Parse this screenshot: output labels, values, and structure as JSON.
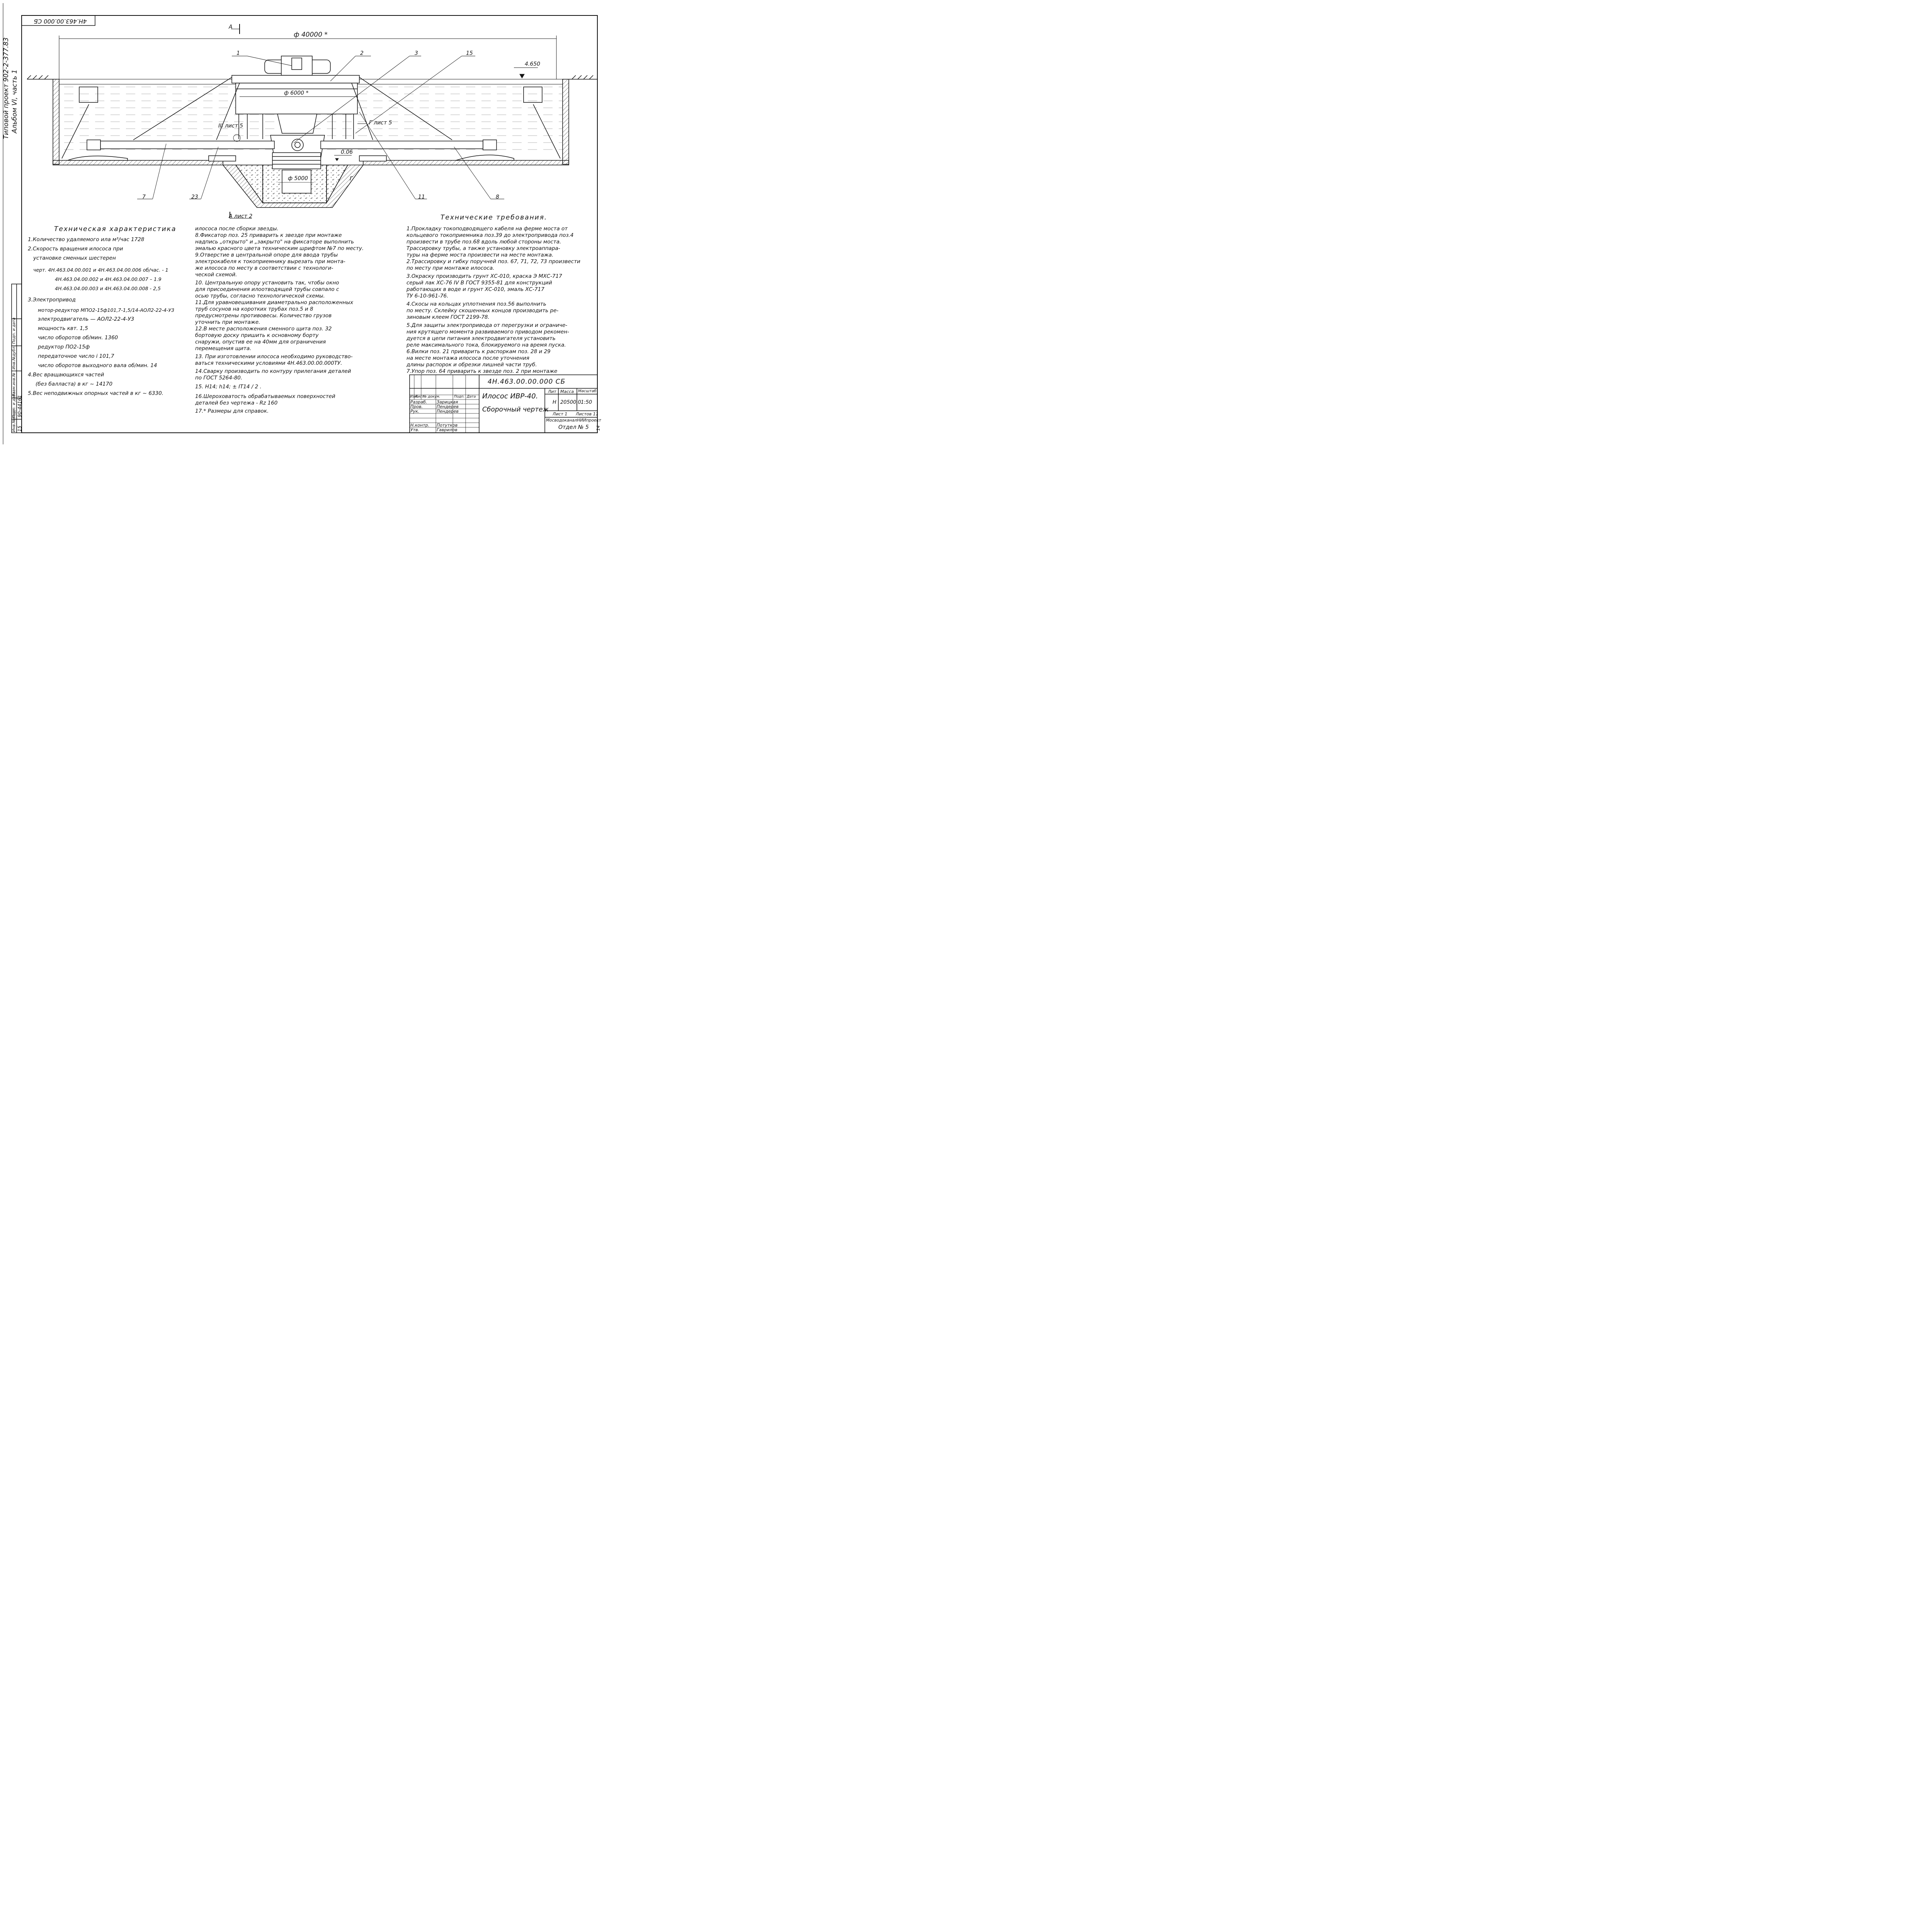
{
  "doc_code_top": "4Н.463.00.000 СБ",
  "side_title": [
    "Типовой проект 902-2-377.83",
    "Альбом VI, часть 1"
  ],
  "side_stamp_cols": [
    "Инв.№подл.",
    "Подп. и дата",
    "Взам.инв.№",
    "Инв.№дубл.",
    "Подп. и дата"
  ],
  "side_stamp_values": [
    "90-44161",
    "15"
  ],
  "drawing": {
    "view_label": "А",
    "dim_outer": "ф 40000 *",
    "dim_inner": "ф 6000 *",
    "dim_pit": "ф 5000",
    "level_top": "4.650",
    "level_bottom": "0.06",
    "section_g": "Г",
    "section_g_sheet": "Г  лист 5",
    "node_iii": "III лист 5",
    "view_a_sheet": "А лист 2",
    "callouts": [
      "1",
      "2",
      "3",
      "15",
      "7",
      "23",
      "11",
      "8"
    ]
  },
  "tech_char": {
    "title": "Техническая  характеристика",
    "lines": [
      "1.Количество  удаляемого  ила  м³/час   1728",
      "2.Скорость  вращения  илососа  при",
      "установке  сменных  шестерен",
      "черт.  4Н.463.04.00.001 и 4Н.463.04.00.006 об/час. - 1",
      "4Н.463.04.00.002 и 4Н.463.04.00.007  –    1.9",
      "4Н.463.04.00.003 и 4Н.463.04.00.008  -    2,5",
      "3.Электропривод",
      "мотор-редуктор МПО2-15ф101,7-1,5/14-АОЛ2-22-4-У3",
      "электродвигатель          —          АОЛ2-22-4-У3",
      "мощность                   квт.                       1,5",
      "число оборотов          об/мин.                  1360",
      "редуктор                           ПО2-15ф",
      "передаточное  число               i               101,7",
      "число оборотов выходного вала об/мин.   14",
      "4.Вес  вращающихся   частей",
      "(без балласта)          в кг          ~ 14170",
      "5.Вес  неподвижных  опорных частей в кг ~ 6330."
    ]
  },
  "notes_middle": [
    "илососа  после  сборки  звезды.",
    "8.Фиксатор  поз. 25   приварить  к звезде  при монтаже",
    "надпись „открыто\" и „закрыто\" на фиксаторе выполнить",
    "эмалью красного цвета техническим шрифтом №7 по месту.",
    "9.Отверстие  в центральной  опоре  для  ввода трубы",
    "электрокабеля  к  токоприемнику  вырезать  при монта-",
    "же  илососа  по  месту  в соответствии  с технологи-",
    "ческой  схемой.",
    "10. Центральную  опору  установить  так, чтобы  окно",
    "для  присоединения  илоотводящей  трубы  совпало с",
    "осью  трубы,  согласно  технологической  схемы.",
    "11.Для уравновешивания   диаметрально  расположенных",
    "труб  сосунов  на  коротких  трубах  поз.5  и 8",
    "предусмотрены  противовесы.  Количество  грузов",
    "уточнить  при  монтаже.",
    "12.В месте   расположения  сменного  щита  поз. 32",
    "бортовую  доску  пришить  к основному  борту",
    "снаружи,  опустив  ее  на 40мм  для  ограничения",
    "перемещения  щита.",
    "13. При изготовлении  илососа  необходимо  руководство-",
    "ваться  техническими  условиями  4Н.463.00.00.000ТУ.",
    "14.Сварку  производить по контуру прилегания деталей",
    "по ГОСТ  5264-80.",
    "15. Н14;  h14;  ± IT14 / 2 .",
    "16.Шероховатость  обрабатываемых  поверхностей",
    "деталей  без  чертежа - Rz 160",
    "17.* Размеры  для  справок."
  ],
  "tech_req": {
    "title": "Технические  требования.",
    "lines": [
      "1.Прокладку токоподводящего кабеля  на ферме моста  от",
      "кольцевого токоприемника  поз.39 до электропривода поз.4",
      "произвести в трубе  поз.68  вдоль любой стороны моста.",
      "Трассировку трубы, а также установку электроаппара-",
      "туры на ферме  моста  произвести  на месте монтажа.",
      "2.Трассировку и гибку поручней поз. 67, 71, 72, 73  произвести",
      "по месту  при  монтаже  илососа.",
      "3.Окраску  производить  грунт  ХС-010, краска Э МХС-717",
      "серый лак ХС-76  IV В  ГОСТ 9355-81 для конструкций",
      "работающих   в воде   и  грунт  ХС-010,  эмаль ХС-717",
      "ТУ 6-10-961-76.",
      "4.Скосы  на  кольцах  уплотнения  поз.56  выполнить",
      "по месту. Склейку скошенных концов производить ре-",
      "зиновым  клеем  ГОСТ 2199-78.",
      "5.Для защиты электропривода от перегрузки и ограниче-",
      "ния крутящего момента развиваемого приводом рекомен-",
      "дуется  в цепи питания  электродвигателя  установить",
      "реле максимального тока, блокируемого на время пуска.",
      "6.Вилки  поз. 21  приварить  к распоркам  поз. 28 и 29",
      "на  месте  монтажа  илососа  после  уточнения",
      "длины распорок  и  обрезки  лишней  части  труб.",
      "7.Упор  поз. 64  приварить  к звезде  поз. 2  при монтаже"
    ]
  },
  "title_block": {
    "doc_code": "4Н.463.00.00.000 СБ",
    "name_line1": "Илосос ИВР-40.",
    "name_line2": "Сборочный чертеж",
    "col_headers": [
      "Изм.",
      "Лист",
      "№ докум.",
      "Подп.",
      "Дата"
    ],
    "roles": [
      {
        "role": "Разраб.",
        "name": "Зарицкая"
      },
      {
        "role": "Пров.",
        "name": "Пендерев"
      },
      {
        "role": "Рук.",
        "name": "Пендерев"
      },
      {
        "role": "Н.контр.",
        "name": "Потутков"
      },
      {
        "role": "Утв.",
        "name": "Гаврилов"
      }
    ],
    "lit_header": "Лит",
    "mass_header": "Масса",
    "scale_header": "Масштаб",
    "lit": "Н",
    "mass": "20500,0",
    "scale": "1:50",
    "sheet": "Лист 1",
    "sheets": "Листов 11",
    "org": "МосводоканалНИИпроект",
    "dept": "Отдел № 5",
    "page_no": "14"
  }
}
